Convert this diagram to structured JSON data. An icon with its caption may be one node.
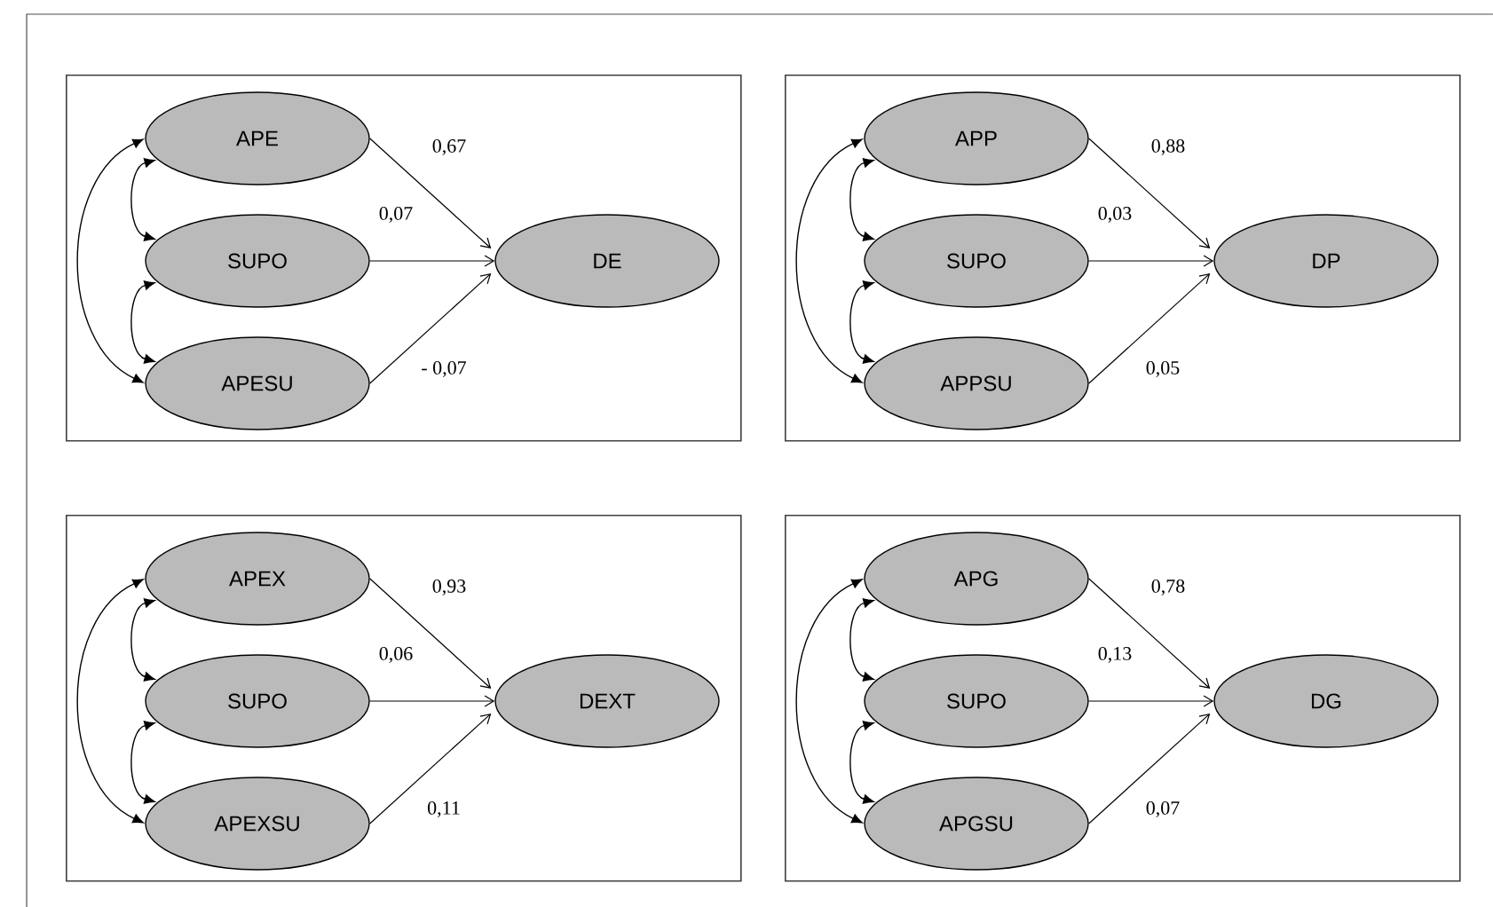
{
  "diagram": {
    "nodes": [
      {
        "text": [],
        "shape": "box"
      },
      {
        "text": [
          "APE"
        ],
        "in": 0
      },
      {
        "text": [
          "SUPO"
        ],
        "in": 0
      },
      {
        "text": [
          "APESU"
        ],
        "in": 0
      },
      {
        "text": [
          "DE"
        ],
        "in": 0
      },
      {
        "text": [],
        "shape": "box"
      },
      {
        "text": [
          "APP"
        ],
        "in": 5
      },
      {
        "text": [
          "SUPO"
        ],
        "in": 5
      },
      {
        "text": [
          "APPSU"
        ],
        "in": 5
      },
      {
        "text": [
          "DP"
        ],
        "in": 5
      },
      {
        "text": [],
        "shape": "box"
      },
      {
        "text": [
          "APEX"
        ],
        "in": 10
      },
      {
        "text": [
          "SUPO"
        ],
        "in": 10
      },
      {
        "text": [
          "APEXSU"
        ],
        "in": 10
      },
      {
        "text": [
          "DEXT"
        ],
        "in": 10
      },
      {
        "text": [],
        "shape": "box"
      },
      {
        "text": [
          "APG"
        ],
        "in": 15
      },
      {
        "text": [
          "SUPO"
        ],
        "in": 15
      },
      {
        "text": [
          "APGSU"
        ],
        "in": 15
      },
      {
        "text": [
          "DG"
        ],
        "in": 15
      }
    ],
    "edges": [
      {
        "from": 1,
        "to": 2,
        "arrow": "both"
      },
      {
        "from": 2,
        "to": 3,
        "arrow": "both"
      },
      {
        "from": 1,
        "to": 3,
        "arrow": "both"
      },
      {
        "from": 1,
        "to": 4,
        "arrow": "to",
        "label": "0,67"
      },
      {
        "from": 2,
        "to": 4,
        "arrow": "to",
        "label": "0,07"
      },
      {
        "from": 3,
        "to": 4,
        "arrow": "to",
        "label": "- 0,07"
      },
      {
        "from": 6,
        "to": 7,
        "arrow": "both"
      },
      {
        "from": 7,
        "to": 8,
        "arrow": "both"
      },
      {
        "from": 6,
        "to": 8,
        "arrow": "both"
      },
      {
        "from": 6,
        "to": 9,
        "arrow": "to",
        "label": "0,88"
      },
      {
        "from": 7,
        "to": 9,
        "arrow": "to",
        "label": "0,03"
      },
      {
        "from": 8,
        "to": 9,
        "arrow": "to",
        "label": "0,05"
      },
      {
        "from": 11,
        "to": 12,
        "arrow": "both"
      },
      {
        "from": 12,
        "to": 13,
        "arrow": "both"
      },
      {
        "from": 11,
        "to": 13,
        "arrow": "both"
      },
      {
        "from": 11,
        "to": 14,
        "arrow": "to",
        "label": "0,93"
      },
      {
        "from": 12,
        "to": 14,
        "arrow": "to",
        "label": "0,06"
      },
      {
        "from": 13,
        "to": 14,
        "arrow": "to",
        "label": "0,11"
      },
      {
        "from": 16,
        "to": 17,
        "arrow": "both"
      },
      {
        "from": 17,
        "to": 18,
        "arrow": "both"
      },
      {
        "from": 16,
        "to": 18,
        "arrow": "both"
      },
      {
        "from": 16,
        "to": 19,
        "arrow": "to",
        "label": "0,78"
      },
      {
        "from": 17,
        "to": 19,
        "arrow": "to",
        "label": "0,13"
      },
      {
        "from": 18,
        "to": 19,
        "arrow": "to",
        "label": "0,07"
      }
    ]
  }
}
